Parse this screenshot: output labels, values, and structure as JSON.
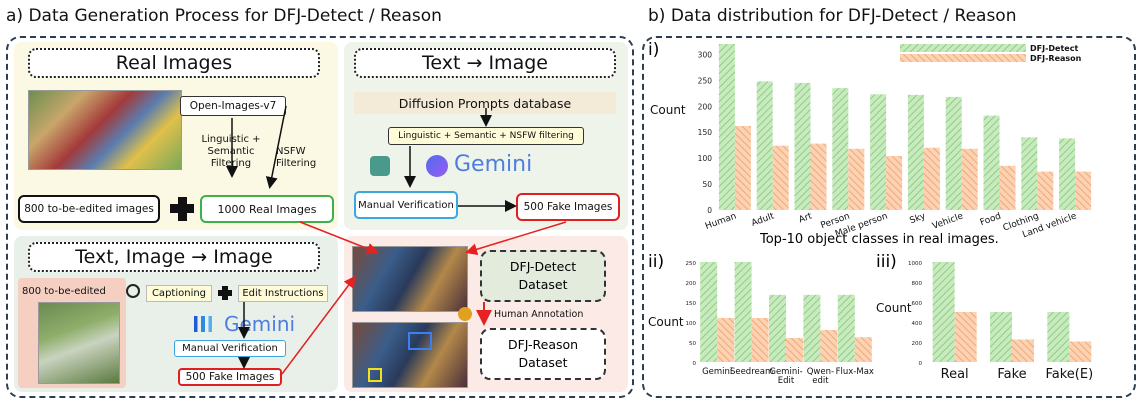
{
  "left": {
    "title": "a) Data Generation Process for DFJ-Detect / Reason",
    "real": {
      "heading": "Real Images",
      "source": "Open-Images-v7",
      "filter1": "Linguistic +\nSemantic\nFiltering",
      "filter2": "NSFW\nFiltering",
      "to_edit": "800 to-be-edited images",
      "real_count": "1000 Real Images"
    },
    "t2i": {
      "heading": "Text → Image",
      "db": "Diffusion Prompts database",
      "filter": "Linguistic + Semantic + NSFW filtering",
      "gemini": "Gemini",
      "verify": "Manual Verification",
      "fake": "500 Fake Images"
    },
    "ti2i": {
      "heading": "Text, Image → Image",
      "to_edit": "800 to-be-edited",
      "captioning": "Captioning",
      "edit": "Edit Instructions",
      "gemini": "Gemini",
      "verify": "Manual Verification",
      "fake": "500 Fake Images"
    },
    "datasets": {
      "detect": "DFJ-Detect\nDataset",
      "annotation": "Human Annotation",
      "reason": "DFJ-Reason\nDataset"
    }
  },
  "right": {
    "title": "b) Data distribution for DFJ-Detect / Reason",
    "caption_i": "Top-10 object classes in real images.",
    "label_i": "i)",
    "label_ii": "ii)",
    "label_iii": "iii)"
  },
  "colors": {
    "detect": "#a8d99a",
    "reason": "#f7b98a",
    "real_bg": "#fbf9e4",
    "t2i_bg": "#eef4ea",
    "ti2i_bg": "#e9f0ea",
    "ds_bg": "#fbeae6",
    "green_border": "#3db04a",
    "red_border": "#e02020",
    "blue_border": "#3ba7e0",
    "arrow_red": "#e52222"
  },
  "chart_data": [
    {
      "type": "bar",
      "categories": [
        "Human",
        "Adult",
        "Art",
        "Person",
        "Male person",
        "Sky",
        "Vehicle",
        "Food",
        "Clothing",
        "Land vehicle"
      ],
      "series": [
        {
          "name": "DFJ-Detect",
          "values": [
            320,
            248,
            245,
            235,
            223,
            222,
            218,
            182,
            140,
            138
          ]
        },
        {
          "name": "DFJ-Reason",
          "values": [
            162,
            124,
            128,
            118,
            104,
            120,
            118,
            85,
            74,
            74
          ]
        }
      ],
      "ylabel": "Count",
      "yticks": [
        0,
        50,
        100,
        150,
        200,
        250,
        300
      ],
      "ylim": [
        0,
        320
      ],
      "title": "Top-10 object classes in real images.",
      "legend": "top-right"
    },
    {
      "type": "bar",
      "categories": [
        "Gemini",
        "Seedream",
        "Gemini-\nEdit",
        "Qwen-\nedit",
        "Flux-Max"
      ],
      "series": [
        {
          "name": "DFJ-Detect",
          "values": [
            250,
            250,
            168,
            168,
            168
          ]
        },
        {
          "name": "DFJ-Reason",
          "values": [
            110,
            110,
            60,
            80,
            62
          ]
        }
      ],
      "ylabel": "Count",
      "yticks": [
        0,
        50,
        100,
        150,
        200,
        250
      ],
      "ylim": [
        0,
        260
      ]
    },
    {
      "type": "bar",
      "categories": [
        "Real",
        "Fake",
        "Fake(E)"
      ],
      "series": [
        {
          "name": "DFJ-Detect",
          "values": [
            1000,
            500,
            500
          ]
        },
        {
          "name": "DFJ-Reason",
          "values": [
            500,
            225,
            205
          ]
        }
      ],
      "ylabel": "Count",
      "yticks": [
        0,
        200,
        400,
        600,
        800,
        1000
      ],
      "ylim": [
        0,
        1040
      ]
    }
  ]
}
